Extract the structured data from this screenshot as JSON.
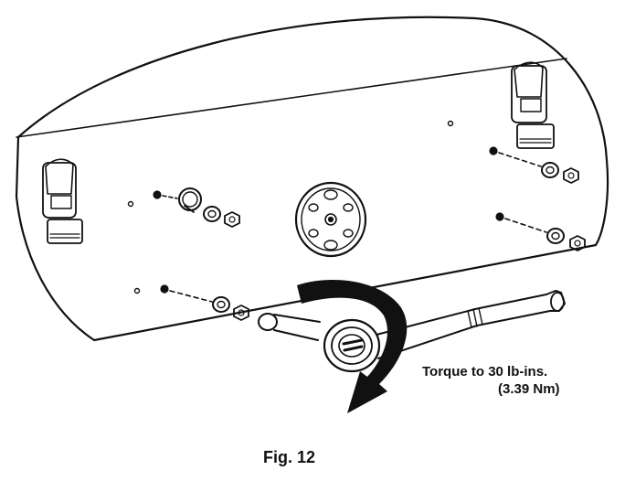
{
  "annotation": {
    "torque_label": "Torque to 30 lb-ins.",
    "torque_metric": "(3.39 Nm)"
  },
  "caption": "Fig. 12",
  "icons": [
    "latch-icon",
    "fastener-icon",
    "washer-icon",
    "wrench-icon",
    "rotation-arrow-icon"
  ]
}
